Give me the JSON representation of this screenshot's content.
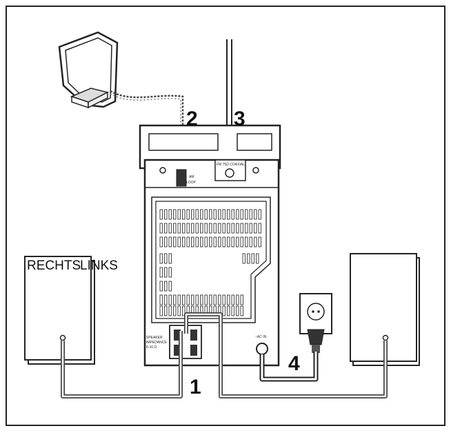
{
  "speaker_left_label_1": "RECHTS",
  "speaker_left_label_2": "LINKS",
  "callouts": [
    "1",
    "2",
    "3",
    "4"
  ],
  "back_panel": {
    "am_label": "AM",
    "loop_label": "LOOP",
    "fm_label": "FM 75Ω COAXIAL",
    "speaker_label_1": "SPEAKER",
    "speaker_label_2": "IMPEDANCE",
    "speaker_label_3": "6-16 Ω",
    "ac_label": "~AC IN"
  }
}
